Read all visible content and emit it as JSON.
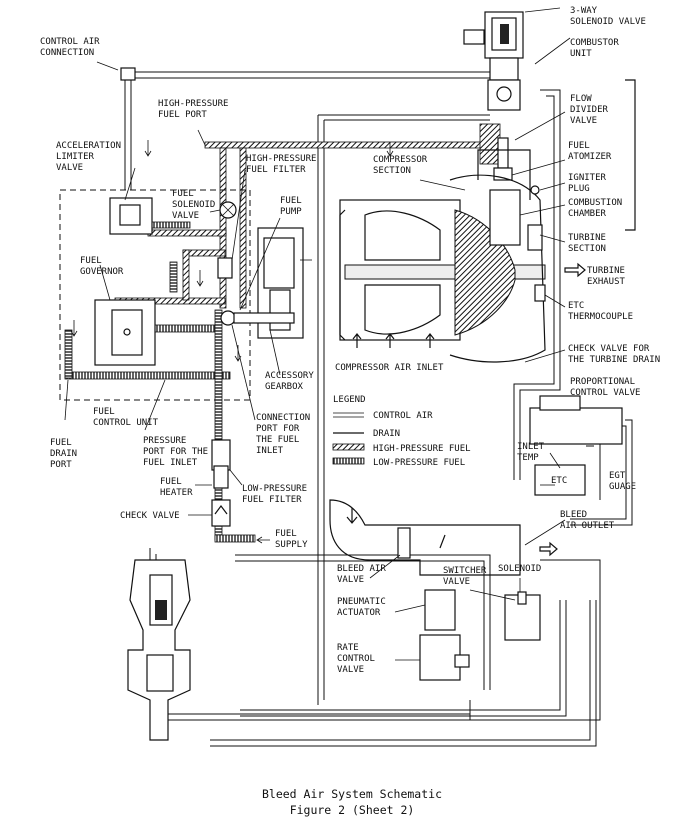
{
  "labels": {
    "control_air_connection": [
      "CONTROL AIR",
      "CONNECTION"
    ],
    "three_way_solenoid": [
      "3-WAY",
      "SOLENOID VALVE"
    ],
    "combustor_unit": [
      "COMBUSTOR",
      "UNIT"
    ],
    "high_pressure_fuel_port": [
      "HIGH-PRESSURE",
      "FUEL PORT"
    ],
    "flow_divider_valve": [
      "FLOW",
      "DIVIDER",
      "VALVE"
    ],
    "acceleration_limiter_valve": [
      "ACCELERATION",
      "LIMITER",
      "VALVE"
    ],
    "high_pressure_fuel_filter": [
      "HIGH-PRESSURE",
      "FUEL FILTER"
    ],
    "compressor_section": [
      "COMPRESSOR",
      "SECTION"
    ],
    "fuel_atomizer": [
      "FUEL",
      "ATOMIZER"
    ],
    "fuel_solenoid_valve": [
      "FUEL",
      "SOLENOID",
      "VALVE"
    ],
    "fuel_pump": [
      "FUEL",
      "PUMP"
    ],
    "igniter_plug": [
      "IGNITER",
      "PLUG"
    ],
    "combustion_chamber": [
      "COMBUSTION",
      "CHAMBER"
    ],
    "fuel_governor": [
      "FUEL",
      "GOVERNOR"
    ],
    "turbine_section": [
      "TURBINE",
      "SECTION"
    ],
    "turbine_exhaust": [
      "TURBINE",
      "EXHAUST"
    ],
    "etc_thermocouple": [
      "ETC",
      "THERMOCOUPLE"
    ],
    "accessory_gearbox": [
      "ACCESSORY",
      "GEARBOX"
    ],
    "check_valve_turbine_drain": [
      "CHECK VALVE FOR",
      "THE TURBINE DRAIN"
    ],
    "compressor_air_inlet": "COMPRESSOR AIR INLET",
    "proportional_control_valve": [
      "PROPORTIONAL",
      "CONTROL VALVE"
    ],
    "fuel_control_unit": [
      "FUEL",
      "CONTROL UNIT"
    ],
    "connection_port_fuel_inlet": [
      "CONNECTION",
      "PORT FOR",
      "THE FUEL",
      "INLET"
    ],
    "fuel_drain_port": [
      "FUEL",
      "DRAIN",
      "PORT"
    ],
    "pressure_port_fuel_inlet": [
      "PRESSURE",
      "PORT FOR THE",
      "FUEL INLET"
    ],
    "inlet_temp": [
      "INLET",
      "TEMP"
    ],
    "etc": "ETC",
    "egt_guage": [
      "EGT",
      "GUAGE"
    ],
    "fuel_heater": [
      "FUEL",
      "HEATER"
    ],
    "low_pressure_fuel_filter": [
      "LOW-PRESSURE",
      "FUEL FILTER"
    ],
    "check_valve": "CHECK VALVE",
    "fuel_supply": [
      "FUEL",
      "SUPPLY"
    ],
    "bleed_air_outlet": [
      "BLEED",
      "AIR OUTLET"
    ],
    "bleed_air_valve": [
      "BLEED AIR",
      "VALVE"
    ],
    "switcher_valve": [
      "SWITCHER",
      "VALVE"
    ],
    "solenoid": "SOLENOID",
    "pneumatic_actuator": [
      "PNEUMATIC",
      "ACTUATOR"
    ],
    "rate_control_valve": [
      "RATE",
      "CONTROL",
      "VALVE"
    ]
  },
  "legend": {
    "title": "LEGEND",
    "items": [
      {
        "style": "control-air",
        "label": "CONTROL AIR"
      },
      {
        "style": "drain",
        "label": "DRAIN"
      },
      {
        "style": "high-pressure-fuel",
        "label": "HIGH-PRESSURE FUEL"
      },
      {
        "style": "low-pressure-fuel",
        "label": "LOW-PRESSURE FUEL"
      }
    ]
  },
  "caption": {
    "line1": "Bleed Air System Schematic",
    "line2": "Figure 2 (Sheet 2)"
  }
}
